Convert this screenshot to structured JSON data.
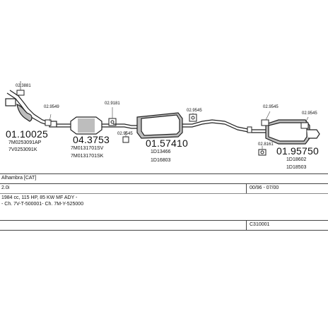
{
  "parts": {
    "p1": {
      "code": "01.10025",
      "refs": [
        "7M0253091AP",
        "7V0253091K"
      ]
    },
    "p2": {
      "code": "04.3753",
      "refs": [
        "7M0131701SV",
        "7M0131701SK"
      ]
    },
    "p3": {
      "code": "01.57410",
      "refs": [
        "1D13466",
        "1D16803"
      ]
    },
    "p4": {
      "code": "01.95750",
      "refs": [
        "1D18602",
        "1D18503"
      ]
    }
  },
  "accessories": {
    "a1": "02.3881",
    "a2": "02.9549",
    "a3": "02.9181",
    "a4": "02.9545",
    "a5": "02.9545",
    "a6": "02.9545",
    "a7": "02.9545",
    "a8": "02.8161"
  },
  "info": {
    "vehicle": "Alhambra  [CAT]",
    "engine": "2.0i",
    "years": "00/96 - 07/00",
    "spec": "1984 cc, 115 HP, 85 KW MF ADY -",
    "chassis": "- Ch. 7V-T-500001- Ch. 7M-Y-525000",
    "ref": "C310001"
  },
  "colors": {
    "line": "#333333",
    "part_fill": "#ffffff",
    "part_stroke": "#222222",
    "shade": "#bdbdbd"
  }
}
